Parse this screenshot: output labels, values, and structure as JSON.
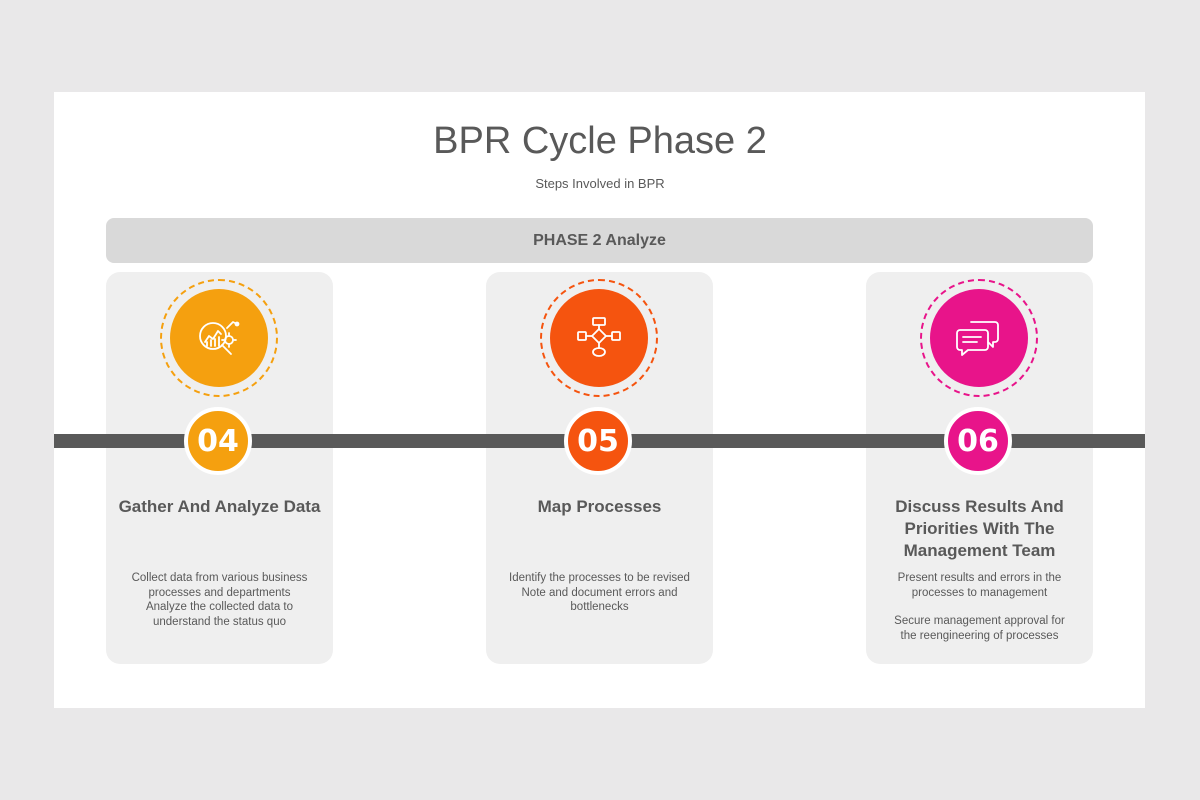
{
  "title": "BPR Cycle Phase 2",
  "subtitle": "Steps Involved in BPR",
  "phase_label": "PHASE 2 Analyze",
  "colors": {
    "step_04": "#f5a00f",
    "step_05": "#f5540f",
    "step_06": "#e8148a",
    "timeline": "#595959",
    "card": "#efefef"
  },
  "steps": [
    {
      "number": "04",
      "icon": "data-analysis-icon",
      "title": "Gather And Analyze Data",
      "lines": [
        "Collect data from various business processes and departments",
        "Analyze the collected data to understand the status quo"
      ]
    },
    {
      "number": "05",
      "icon": "flowchart-icon",
      "title": "Map Processes",
      "lines": [
        "Identify the processes to be revised",
        "Note and document errors and bottlenecks"
      ]
    },
    {
      "number": "06",
      "icon": "chat-bubbles-icon",
      "title": "Discuss Results And Priorities With The Management Team",
      "lines": [
        "Present results and errors in the processes to management",
        "Secure management approval for the reengineering of processes"
      ]
    }
  ]
}
